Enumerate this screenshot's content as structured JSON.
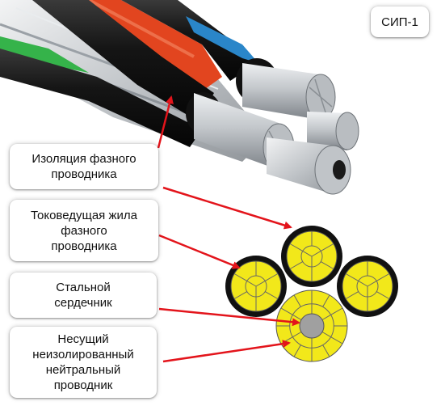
{
  "badge": "СИП-1",
  "labels": {
    "phase_insulation": [
      "Изоляция фазного",
      "проводника"
    ],
    "conductor": [
      "Токоведущая жила",
      "фазного",
      "проводника"
    ],
    "steel_core": [
      "Стальной",
      "сердечник"
    ],
    "neutral": [
      "Несущий",
      "неизолированный",
      "нейтральный",
      "проводник"
    ]
  },
  "colors": {
    "arrow": "#e3141b",
    "core_yellow": "#f2e81a",
    "insulation_black": "#111111",
    "steel_gray": "#a0a0a0",
    "aluminum": "#c5c9cd",
    "jacket_red": "#e2451f",
    "jacket_blue": "#2a86c9",
    "jacket_green": "#35b34a"
  }
}
